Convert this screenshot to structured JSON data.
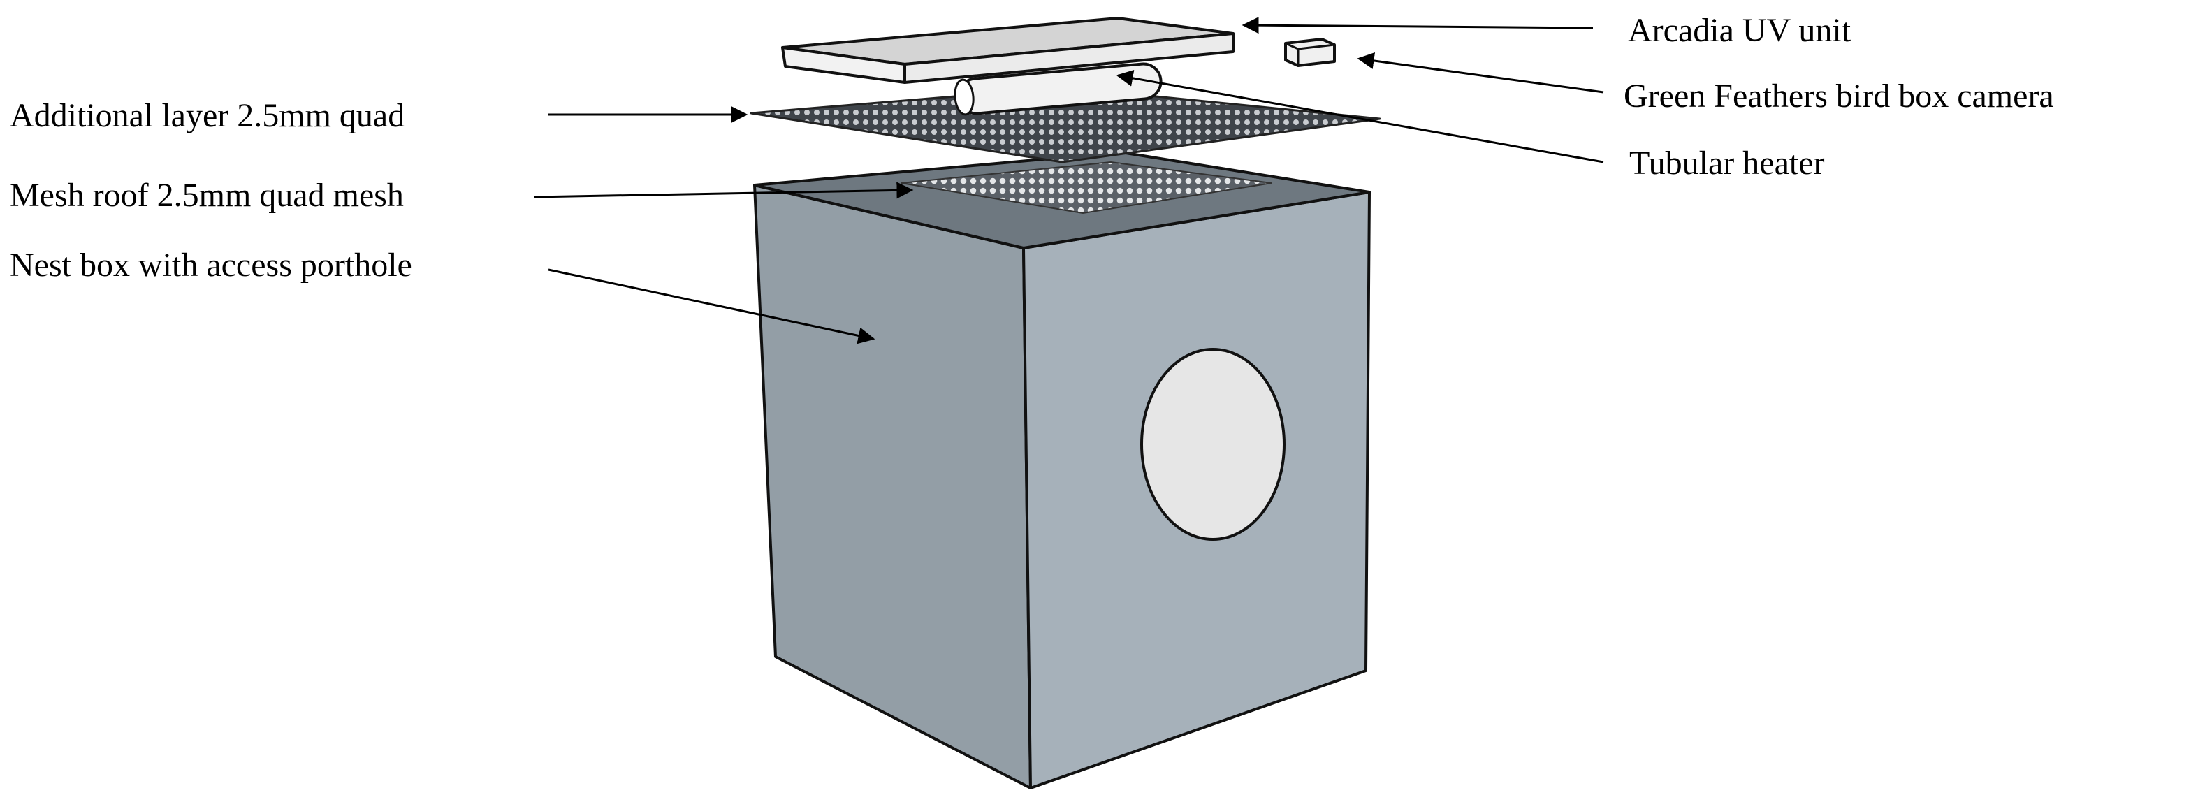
{
  "labels": {
    "additional_layer": "Additional layer 2.5mm quad",
    "mesh_roof": "Mesh roof 2.5mm quad mesh",
    "nest_box": "Nest box with access porthole",
    "uv_unit": "Arcadia UV unit",
    "camera": "Green Feathers bird box camera",
    "heater": "Tubular heater"
  },
  "colors": {
    "box_left": "#939ea6",
    "box_right": "#a6b1ba",
    "box_top_rim": "#6e7880",
    "mesh": "#4a4f55",
    "mesh_light": "#c9ccd0",
    "porthole": "#e6e6e6",
    "uv_top": "#d4d4d4",
    "uv_side": "#f2f2f2",
    "heater": "#f2f2f2",
    "outline": "#111111"
  }
}
